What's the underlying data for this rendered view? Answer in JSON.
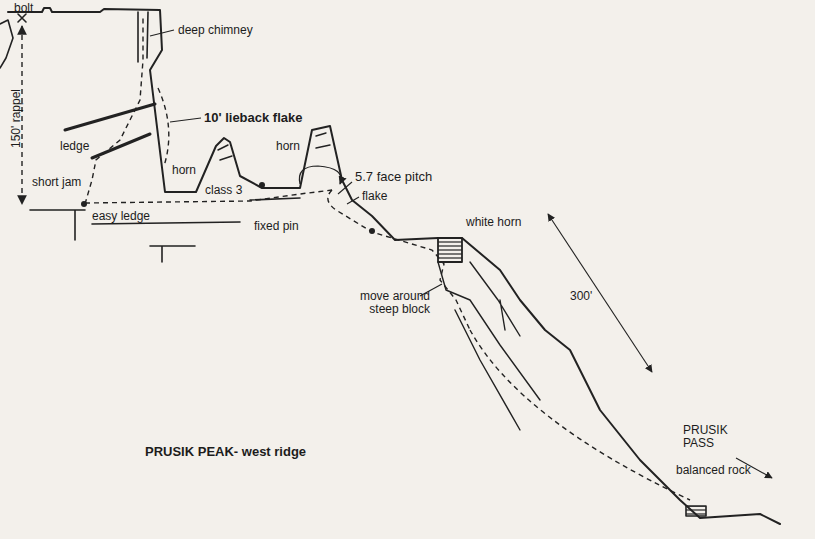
{
  "diagram": {
    "title": "PRUSIK PEAK- west ridge",
    "labels": [
      "bolt",
      "deep chimney",
      "10' lieback flake",
      "150' rappel",
      "ledge",
      "short jam",
      "horn",
      "horn",
      "class 3",
      "5.7 face pitch",
      "flake",
      "easy ledge",
      "fixed pin",
      "white horn",
      "move around steep block",
      "300'",
      "PRUSIK PASS",
      "balanced rock"
    ]
  }
}
